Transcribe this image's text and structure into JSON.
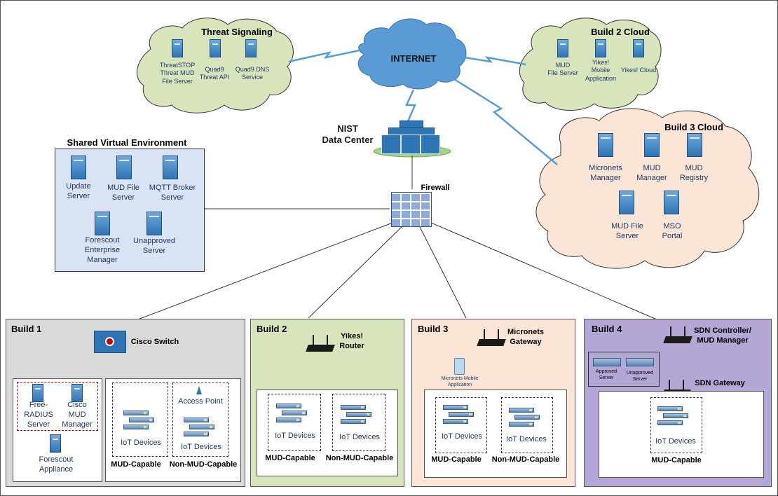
{
  "internet": {
    "label": "INTERNET"
  },
  "threat_signaling": {
    "title": "Threat Signaling",
    "servers": [
      "ThreatSTOP\nThreat MUD\nFile Server",
      "Quad9\nThreat API",
      "Quad9 DNS\nService"
    ]
  },
  "build2_cloud": {
    "title": "Build 2 Cloud",
    "servers": [
      "MUD\nFile Server",
      "Yikes!\nMobile\nApplication",
      "Yikes! Cloud"
    ]
  },
  "build3_cloud": {
    "title": "Build 3 Cloud",
    "servers": [
      "Micronets\nManager",
      "MUD\nManager",
      "MUD\nRegistry",
      "MUD File\nServer",
      "MSO\nPortal"
    ]
  },
  "datacenter": {
    "label": "NIST\nData Center"
  },
  "firewall": {
    "label": "Firewall"
  },
  "shared": {
    "title": "Shared Virtual Environment",
    "servers": [
      "Update\nServer",
      "MUD File\nServer",
      "MQTT Broker\nServer",
      "Forescout\nEnterprise\nManager",
      "Unapproved\nServer"
    ]
  },
  "build1": {
    "title": "Build 1",
    "switch_label": "Cisco Switch",
    "freeradius": "Free-\nRADIUS\nServer",
    "cisco_mud": "Cisco\nMUD\nManager",
    "forescout": "Forescout\nAppliance",
    "iot1": "IoT Devices",
    "access_point": "Access Point",
    "iot2": "IoT Devices",
    "mud_capable": "MUD-Capable",
    "non_mud": "Non-MUD-Capable"
  },
  "build2": {
    "title": "Build 2",
    "router_label": "Yikes!\nRouter",
    "iot1": "IoT Devices",
    "iot2": "IoT Devices",
    "mud_capable": "MUD-Capable",
    "non_mud": "Non-MUD-Capable"
  },
  "build3": {
    "title": "Build 3",
    "gateway_label": "Micronets\nGateway",
    "mobile_app": "Micronets Mobile\nApplication",
    "iot1": "IoT Devices",
    "iot2": "IoT Devices",
    "mud_capable": "MUD-Capable",
    "non_mud": "Non-MUD-Capable"
  },
  "build4": {
    "title": "Build 4",
    "sdn_label": "SDN Controller/\nMUD Manager",
    "approved": "Approved\nServer",
    "unapproved": "Unapproved\nServer",
    "sdn_gateway": "SDN Gateway",
    "iot": "IoT Devices",
    "mud_capable": "MUD-Capable"
  },
  "colors": {
    "cloud_green": "#d8e4bc",
    "cloud_peach": "#fbe5d6",
    "internet_blue": "#5b9bd5",
    "shared_bg": "#dae3f3",
    "build1_bg": "#d9d9d9",
    "build2_bg": "#d8e4bc",
    "build3_bg": "#fbe5d6",
    "build4_bg": "#b4a7d6",
    "link_blue": "#5b9bd5"
  }
}
